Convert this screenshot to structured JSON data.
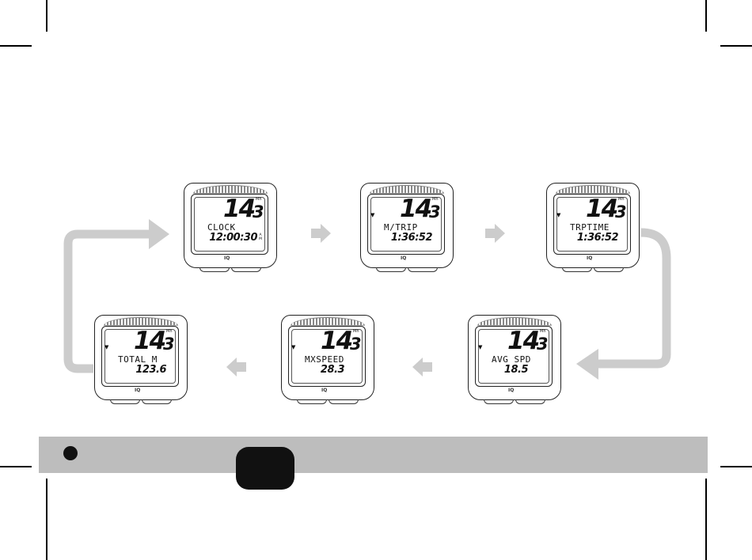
{
  "devices": [
    {
      "speed_int": "14",
      "speed_dec": "3",
      "unit": "Mh",
      "marker": "",
      "label": "CLOCK",
      "value": "12:00:30",
      "ampm": [
        "A",
        "M"
      ],
      "logo": "IQ"
    },
    {
      "speed_int": "14",
      "speed_dec": "3",
      "unit": "Mh",
      "marker": "▼",
      "label": "M/TRIP",
      "value": "1:36:52",
      "logo": "IQ"
    },
    {
      "speed_int": "14",
      "speed_dec": "3",
      "unit": "Mh",
      "marker": "▼",
      "label": "TRPTIME",
      "value": "1:36:52",
      "logo": "IQ"
    },
    {
      "speed_int": "14",
      "speed_dec": "3",
      "unit": "Mh",
      "marker": "▼",
      "label": "TOTAL M",
      "value": "123.6",
      "logo": "IQ"
    },
    {
      "speed_int": "14",
      "speed_dec": "3",
      "unit": "Mh",
      "marker": "▼",
      "label": "MXSPEED",
      "value": "28.3",
      "logo": "IQ"
    },
    {
      "speed_int": "14",
      "speed_dec": "3",
      "unit": "Mh",
      "marker": "▼",
      "label": "AVG SPD",
      "value": "18.5",
      "logo": "IQ"
    }
  ],
  "colors": {
    "arrow": "#cccccc",
    "footer_bar": "#bdbdbd",
    "ink": "#111111"
  },
  "icons": {
    "flow_arrow": "arrow-right-icon",
    "back_arrow": "arrow-left-icon",
    "loop_arrow": "loop-arrow-icon",
    "bullet": "filled-circle-icon"
  }
}
